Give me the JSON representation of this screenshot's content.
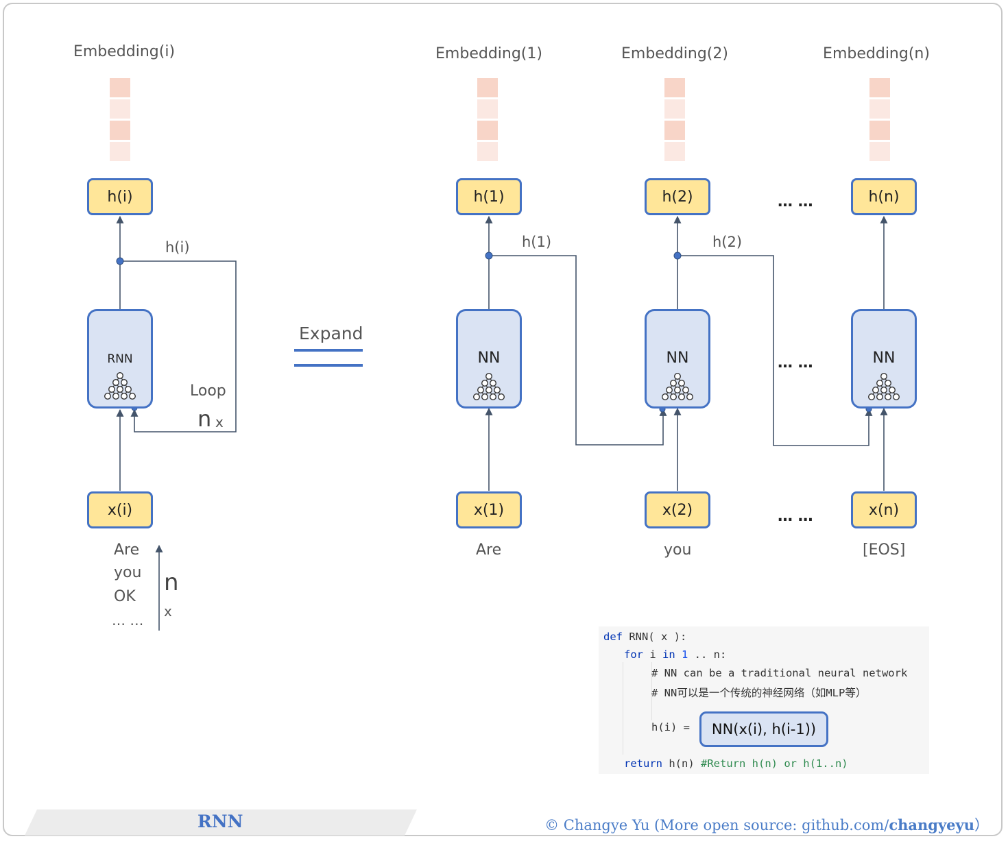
{
  "left": {
    "embedding_title": "Embedding(i)",
    "output_label": "h(i)",
    "feedback_label": "h(i)",
    "cell_label": "RNN",
    "loop_label": "Loop",
    "loop_n": "n",
    "loop_x": "x",
    "input_label": "x(i)",
    "tokens": [
      "Are",
      "you",
      "OK",
      "… …"
    ],
    "seq_n": "n",
    "seq_x": "x"
  },
  "expand_label": "Expand",
  "steps": [
    {
      "embedding_title": "Embedding(1)",
      "output": "h(1)",
      "cell": "NN",
      "input": "x(1)",
      "token": "Are",
      "feedback": "h(1)"
    },
    {
      "embedding_title": "Embedding(2)",
      "output": "h(2)",
      "cell": "NN",
      "input": "x(2)",
      "token": "you",
      "feedback": "h(2)"
    },
    {
      "embedding_title": "Embedding(n)",
      "output": "h(n)",
      "cell": "NN",
      "input": "x(n)",
      "token": "[EOS]"
    }
  ],
  "ellipsis": "… …",
  "code": {
    "line1_kw": "def",
    "line1_rest": " RNN( x ):",
    "line2_kw1": "for",
    "line2_mid": " i ",
    "line2_kw2": "in",
    "line2_num": " 1",
    "line2_rest": " .. n:",
    "comment_en": "# NN can be a traditional neural network",
    "comment_zh": "# NN可以是一个传统的神经网络（如MLP等）",
    "assign": "h(i) =",
    "call": "NN(x(i), h(i-1))",
    "return_kw": "return",
    "return_rest": " h(n) ",
    "return_comment": "#Return h(n) or h(1..n)"
  },
  "footer": {
    "title": "RNN",
    "credit_prefix": "© Changye Yu  (More open source:   github.com/",
    "credit_bold": "changyeyu",
    "credit_suffix": "）"
  },
  "colors": {
    "accent_blue": "#4472c4",
    "node_yellow": "#ffe699",
    "cell_blue": "#dae3f3",
    "embedding_dark": "#f8d5c8",
    "embedding_light": "#fbe8e2",
    "line_gray": "#44546a"
  }
}
